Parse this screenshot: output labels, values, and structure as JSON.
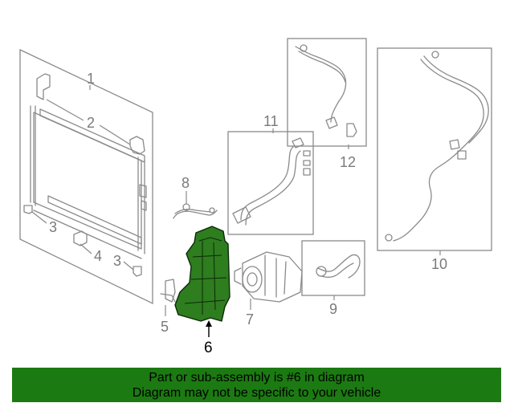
{
  "callouts": {
    "c1": "1",
    "c2": "2",
    "c3a": "3",
    "c3b": "3",
    "c4": "4",
    "c5": "5",
    "c6": "6",
    "c7": "7",
    "c8": "8",
    "c9": "9",
    "c10": "10",
    "c11": "11",
    "c12": "12"
  },
  "highlight": {
    "part_number": "6",
    "color": "#2e7d1f"
  },
  "banner": {
    "line1": "Part or sub-assembly is #6 in diagram",
    "line2": "Diagram may not be specific to your vehicle",
    "background": "#1c7a12"
  }
}
